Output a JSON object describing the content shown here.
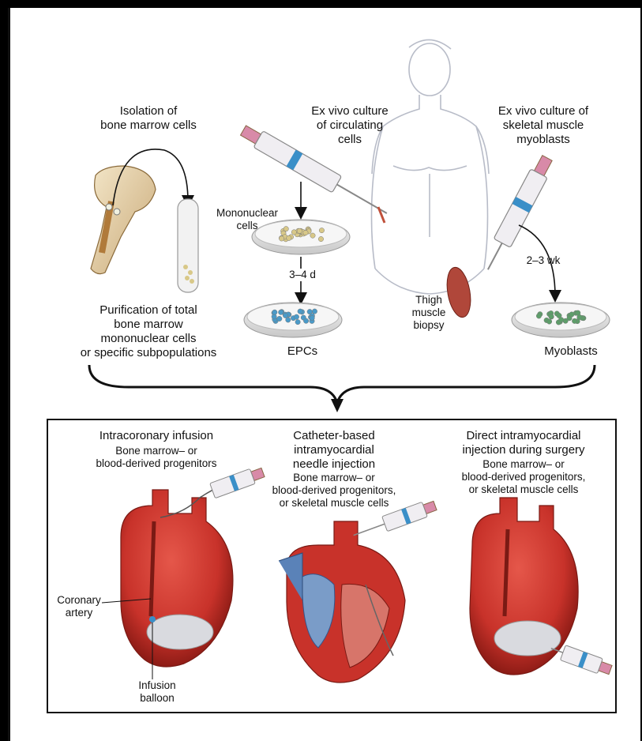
{
  "top": {
    "isolation": "Isolation of\nbone marrow cells",
    "exvivo_circulating": "Ex vivo culture\nof circulating\ncells",
    "exvivo_skeletal": "Ex vivo culture of\nskeletal muscle\nmyoblasts",
    "mononuclear": "Mononuclear\ncells",
    "duration_epc": "3–4 d",
    "duration_myo": "2–3 wk",
    "purification": "Purification of total\nbone marrow\nmononuclear cells\nor specific subpopulations",
    "epcs": "EPCs",
    "thigh": "Thigh\nmuscle\nbiopsy",
    "myoblasts": "Myoblasts"
  },
  "bottom": {
    "left_title": "Intracoronary infusion",
    "left_sub": "Bone marrow– or\nblood-derived progenitors",
    "mid_title": "Catheter-based\nintramyocardial\nneedle injection",
    "mid_sub": "Bone marrow– or\nblood-derived progenitors,\nor skeletal muscle cells",
    "right_title": "Direct intramyocardial\ninjection during surgery",
    "right_sub": "Bone marrow– or\nblood-derived progenitors,\nor skeletal muscle cells",
    "coronary": "Coronary\nartery",
    "infusion": "Infusion\nballoon"
  },
  "colors": {
    "heart_red": "#c8322a",
    "heart_dark": "#8e1c16",
    "syringe_pink": "#d88aa8",
    "syringe_blue": "#3a8fc8",
    "epc_blue": "#4a9ac8",
    "myo_green": "#5e9e6a",
    "cell_yellow": "#d8c888"
  }
}
